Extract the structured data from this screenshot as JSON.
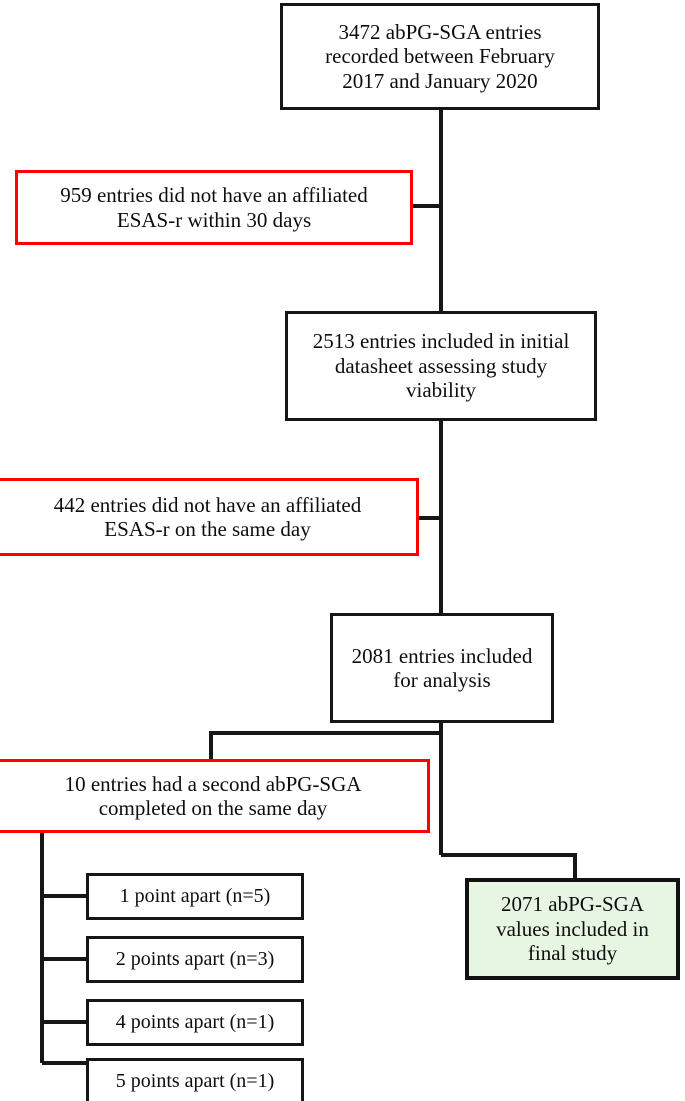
{
  "diagram": {
    "title": "abPG-SGA study inclusion flow diagram",
    "colors": {
      "box_border": "#161616",
      "exclusion_border": "#fe0000",
      "final_fill": "#e7f6e3",
      "final_border": "#111111",
      "connector": "#161616",
      "text": "#0d0d0d",
      "background": "#ffffff"
    },
    "nodes": {
      "source_records": {
        "label": "3472 abPG-SGA entries\nrecorded between February\n2017 and January 2020",
        "kind": "included",
        "count": 3472
      },
      "exclusion_30_days": {
        "label": "959 entries did not have an affiliated\nESAS-r within 30 days",
        "kind": "excluded",
        "count": 959
      },
      "initial_datasheet": {
        "label": "2513 entries included in initial\ndatasheet assessing study\nviability",
        "kind": "included",
        "count": 2513
      },
      "exclusion_same_day": {
        "label": "442 entries did not have an affiliated\nESAS-r on the same day",
        "kind": "excluded",
        "count": 442
      },
      "included_analysis": {
        "label": "2081 entries included\nfor analysis",
        "kind": "included",
        "count": 2081
      },
      "exclusion_duplicate": {
        "label": "10 entries had a second abPG-SGA\ncompleted on the same day",
        "kind": "excluded",
        "count": 10
      },
      "final_values": {
        "label": "2071 abPG-SGA\nvalues included in\nfinal study",
        "kind": "final",
        "count": 2071
      }
    },
    "duplicate_breakdown": [
      {
        "label": "1 point apart (n=5)",
        "points": 1,
        "n": 5
      },
      {
        "label": "2 points apart (n=3)",
        "points": 2,
        "n": 3
      },
      {
        "label": "4 points apart (n=1)",
        "points": 4,
        "n": 1
      },
      {
        "label": "5 points apart (n=1)",
        "points": 5,
        "n": 1
      }
    ]
  }
}
